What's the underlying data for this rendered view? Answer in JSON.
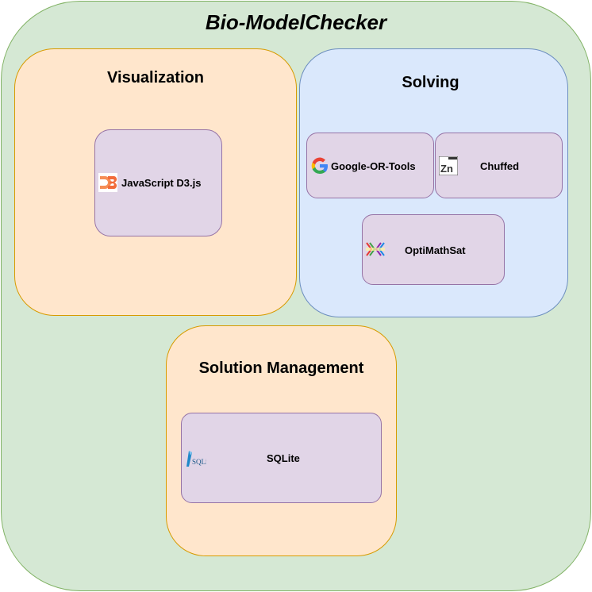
{
  "diagram": {
    "title": "Bio-ModelChecker",
    "groups": {
      "visualization": {
        "title": "Visualization",
        "components": [
          {
            "label": "JavaScript D3.js",
            "icon": "d3-logo-icon"
          }
        ]
      },
      "solving": {
        "title": "Solving",
        "components": [
          {
            "label": "Google-OR-Tools",
            "icon": "google-logo-icon"
          },
          {
            "label": "Chuffed",
            "icon": "minizinc-logo-icon"
          },
          {
            "label": "OptiMathSat",
            "icon": "optimathsat-logo-icon"
          }
        ]
      },
      "solution_management": {
        "title": "Solution Management",
        "components": [
          {
            "label": "SQLite",
            "icon": "sqlite-logo-icon"
          }
        ]
      }
    },
    "colors": {
      "outer_fill": "#d5e8d4",
      "outer_border": "#82b366",
      "orange_fill": "#ffe6cc",
      "orange_border": "#d79b00",
      "blue_fill": "#dae8fc",
      "blue_border": "#6c8ebf",
      "component_fill": "#e1d5e7",
      "component_border": "#9673a6"
    }
  }
}
